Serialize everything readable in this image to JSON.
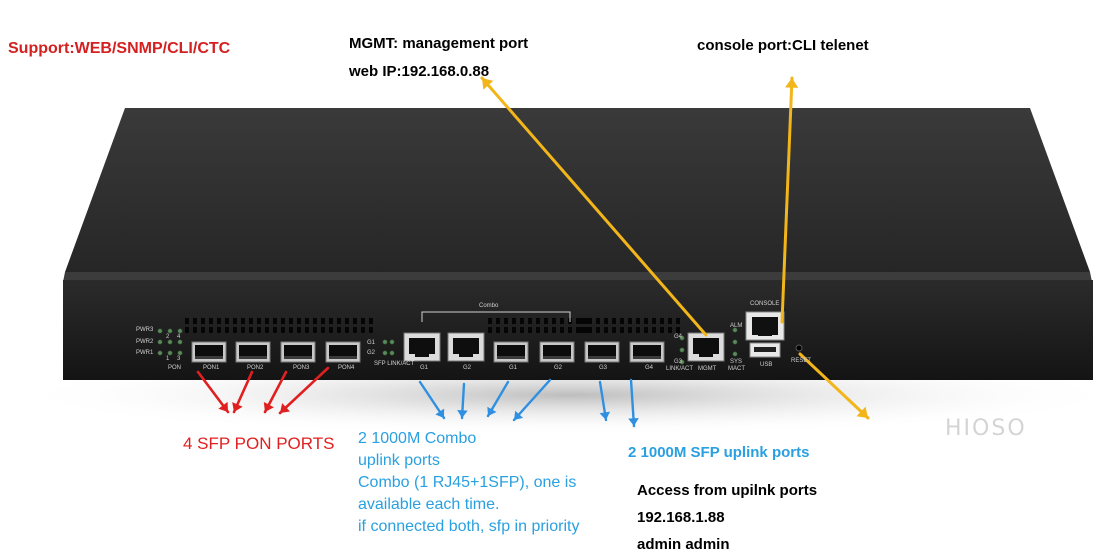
{
  "annotations": {
    "support": "Support:WEB/SNMP/CLI/CTC",
    "mgmt_line1": "MGMT: management port",
    "mgmt_line2": "web IP:192.168.0.88",
    "console": "console port:CLI telenet",
    "pon": "4 SFP PON PORTS",
    "combo_lines": [
      "2 1000M Combo",
      "uplink ports",
      "Combo (1 RJ45+1SFP), one is",
      "available each time.",
      "if connected both, sfp in priority"
    ],
    "sfp_uplink": "2 1000M SFP uplink ports",
    "access_lines": [
      "Access from upilnk ports",
      "192.168.1.88",
      "admin admin"
    ]
  },
  "device": {
    "combo_label": "Combo",
    "console_label": "CONSOLE",
    "usb_label": "USB",
    "reset_label": "RESET",
    "watermark": "HIOSO",
    "led_labels": [
      "PWR3",
      "PWR2",
      "PWR1"
    ],
    "led_numbers": [
      "1",
      "2",
      "3",
      "4"
    ],
    "pon_led_label": "PON",
    "g_led_labels": [
      "G1",
      "G2"
    ],
    "sfp_led_label": "SFP  LINK/ACT",
    "g34_led_labels": [
      "G4",
      "G3"
    ],
    "g34_linkact_label": "LINK/ACT",
    "alm_leds": [
      "ALM",
      "SYS",
      "MACT"
    ],
    "pon_ports": [
      "PON1",
      "PON2",
      "PON3",
      "PON4"
    ],
    "combo_rj45": [
      "G1",
      "G2"
    ],
    "combo_sfp": [
      "G1",
      "G2"
    ],
    "uplink_sfp": [
      "G3",
      "G4"
    ],
    "mgmt_label": "MGMT"
  },
  "colors": {
    "red": "#e02020",
    "blue": "#2f8fe0",
    "cyan_text": "#2aa0e0",
    "yellow": "#f2b51a",
    "chassis_top": "#2a2a2a",
    "chassis_front": "#1c1c1c"
  }
}
